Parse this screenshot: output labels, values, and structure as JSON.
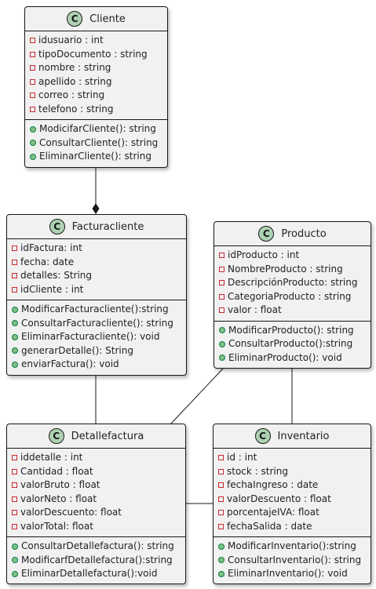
{
  "diagram": {
    "classes": [
      {
        "id": "cliente",
        "stereotype_letter": "C",
        "name": "Cliente",
        "attributes": [
          "idusuario : int",
          "tipoDocumento : string",
          "nombre : string",
          "apellido : string",
          "correo : string",
          "telefono : string"
        ],
        "methods": [
          "ModicifarCliente(): string",
          "ConsultarCliente(): string",
          "EliminarCliente(): string"
        ]
      },
      {
        "id": "facturacliente",
        "stereotype_letter": "C",
        "name": "Facturacliente",
        "attributes": [
          "idFactura: int",
          "fecha: date",
          "detalles: String",
          "idCliente : int"
        ],
        "methods": [
          "ModificarFacturacliente():string",
          "ConsultarFacturacliente(): string",
          "EliminarFacturacliente(): void",
          "generarDetalle(): String",
          "enviarFactura(): void"
        ]
      },
      {
        "id": "producto",
        "stereotype_letter": "C",
        "name": "Producto",
        "attributes": [
          "idProducto : int",
          "NombreProducto : string",
          "DescripciónProducto: string",
          "CategoriaProducto : string",
          "valor : float"
        ],
        "methods": [
          "ModificarProducto(): string",
          "ConsultarProducto():string",
          "EliminarProducto(): void"
        ]
      },
      {
        "id": "detallefactura",
        "stereotype_letter": "C",
        "name": "Detallefactura",
        "attributes": [
          "iddetalle : int",
          "Cantidad : float",
          "valorBruto : float",
          "valorNeto : float",
          "valorDescuento: float",
          "valorTotal: float"
        ],
        "methods": [
          "ConsultarDetallefactura(): string",
          "ModificarfDetallefactura():string",
          "EliminarDetallefactura():void"
        ]
      },
      {
        "id": "inventario",
        "stereotype_letter": "C",
        "name": "Inventario",
        "attributes": [
          "id : int",
          "stock : string",
          "fechaIngreso : date",
          "valorDescuento : float",
          "porcentajeIVA: float",
          "fechaSalida : date"
        ],
        "methods": [
          "ModificarInventario():string",
          "ConsultarInventario(): string",
          "EliminarInventario(): void"
        ]
      }
    ],
    "relations": [
      {
        "from": "facturacliente",
        "to": "cliente",
        "type": "composition"
      },
      {
        "from": "facturacliente",
        "to": "detallefactura",
        "type": "association"
      },
      {
        "from": "producto",
        "to": "detallefactura",
        "type": "association"
      },
      {
        "from": "producto",
        "to": "inventario",
        "type": "association"
      },
      {
        "from": "detallefactura",
        "to": "inventario",
        "type": "association"
      }
    ],
    "colors": {
      "class_fill": "#f1f1f1",
      "border": "#181818",
      "class_badge": "#add1b2",
      "private_marker": "#c82930",
      "public_marker": "#84be84"
    }
  }
}
